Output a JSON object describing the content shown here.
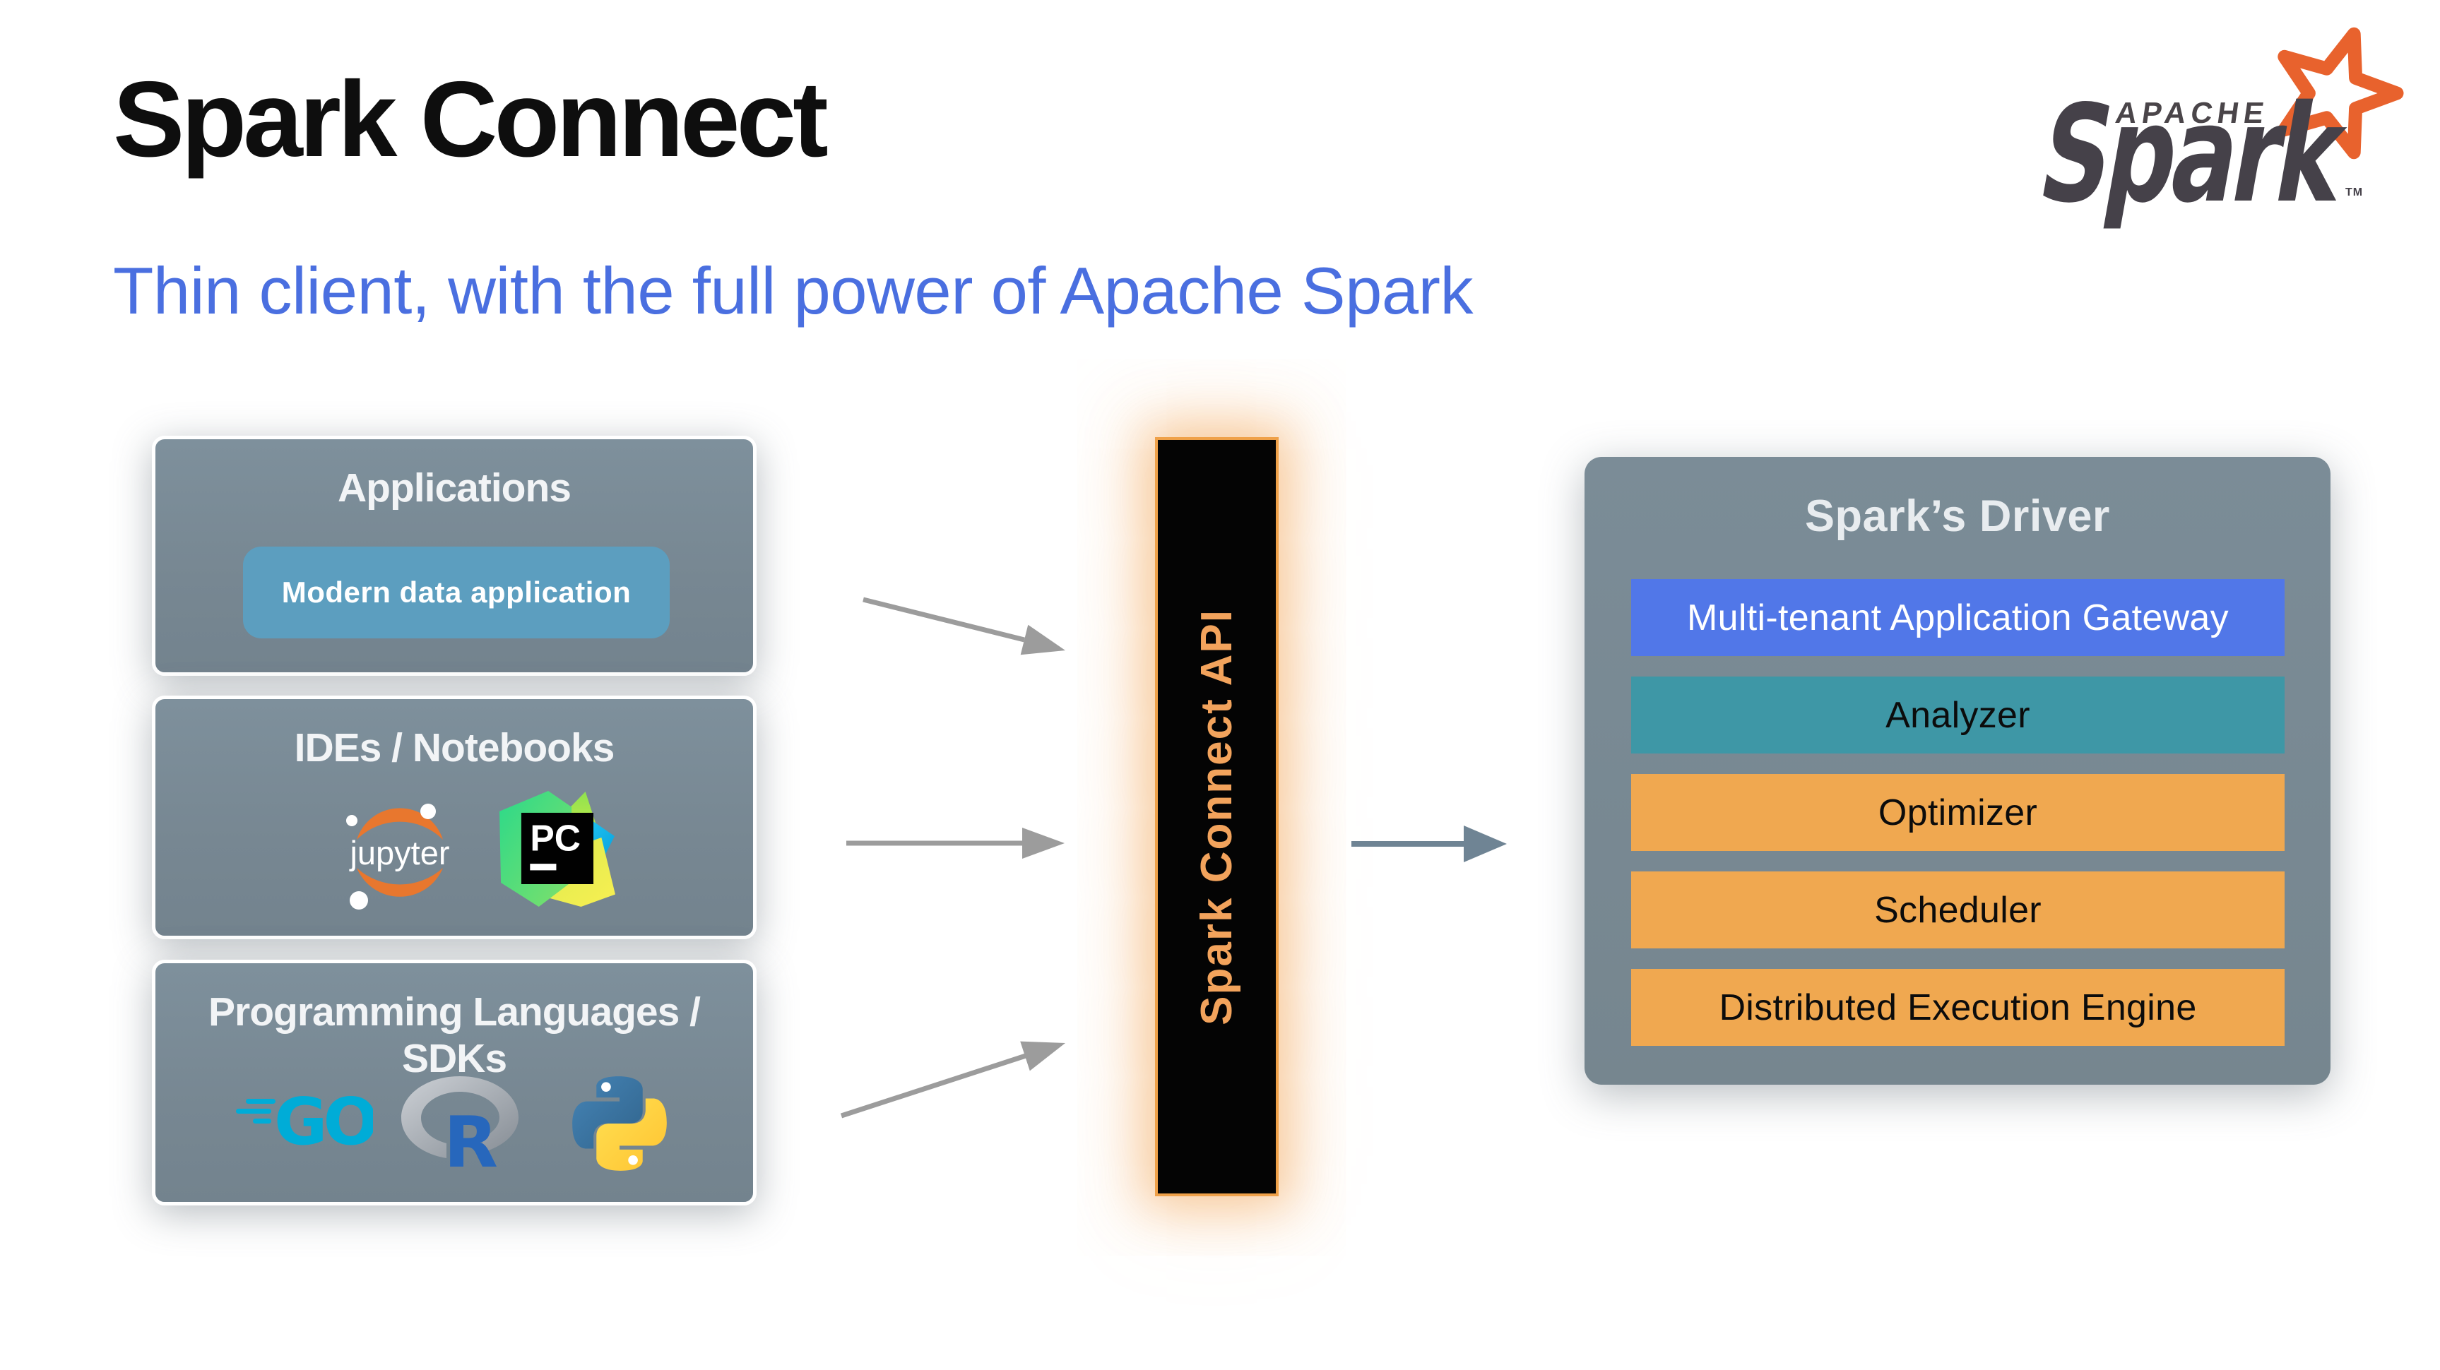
{
  "slide": {
    "title": "Spark Connect",
    "subtitle": "Thin client, with the full power of Apache Spark"
  },
  "apache_spark_logo": {
    "apache": "APACHE",
    "spark": "Spark",
    "trademark": "TM"
  },
  "left_column": {
    "boxes": [
      {
        "title": "Applications",
        "chip": "Modern data application"
      },
      {
        "title": "IDEs / Notebooks",
        "icons": [
          "jupyter-logo",
          "pycharm-logo"
        ],
        "jupyter_label": "jupyter",
        "pycharm_label": "PC"
      },
      {
        "title_line1": "Programming Languages /",
        "title_line2": "SDKs",
        "icons": [
          "go-logo",
          "r-logo",
          "python-logo"
        ],
        "go_label": "GO",
        "r_label": "R"
      }
    ]
  },
  "connector": {
    "label": "Spark Connect API"
  },
  "driver": {
    "title": "Spark’s Driver",
    "rows": [
      {
        "label": "Multi-tenant Application Gateway",
        "color": "#5177e8",
        "text_color": "#ffffff"
      },
      {
        "label": "Analyzer",
        "color": "#3e97a6",
        "text_color": "#0c0c0c"
      },
      {
        "label": "Optimizer",
        "color": "#f0a850",
        "text_color": "#0c0c0c"
      },
      {
        "label": "Scheduler",
        "color": "#f0a850",
        "text_color": "#0c0c0c"
      },
      {
        "label": "Distributed Execution Engine",
        "color": "#f0a850",
        "text_color": "#0c0c0c"
      }
    ]
  },
  "colors": {
    "subtitle_blue": "#4a6fe0",
    "box_gray": "#7a8b97",
    "chip_blue": "#5c9ebf",
    "bar_border_orange": "#efa149",
    "bar_text_orange": "#f2a35c",
    "arrow_gray": "#9c9c9c",
    "arrow_slate": "#6f8494",
    "spark_orange": "#e8622d",
    "go_cyan": "#00acd7",
    "r_blue": "#2767bc",
    "python_blue": "#3876ab",
    "python_yellow": "#ffd43b",
    "jupyter_orange": "#e8772e"
  }
}
